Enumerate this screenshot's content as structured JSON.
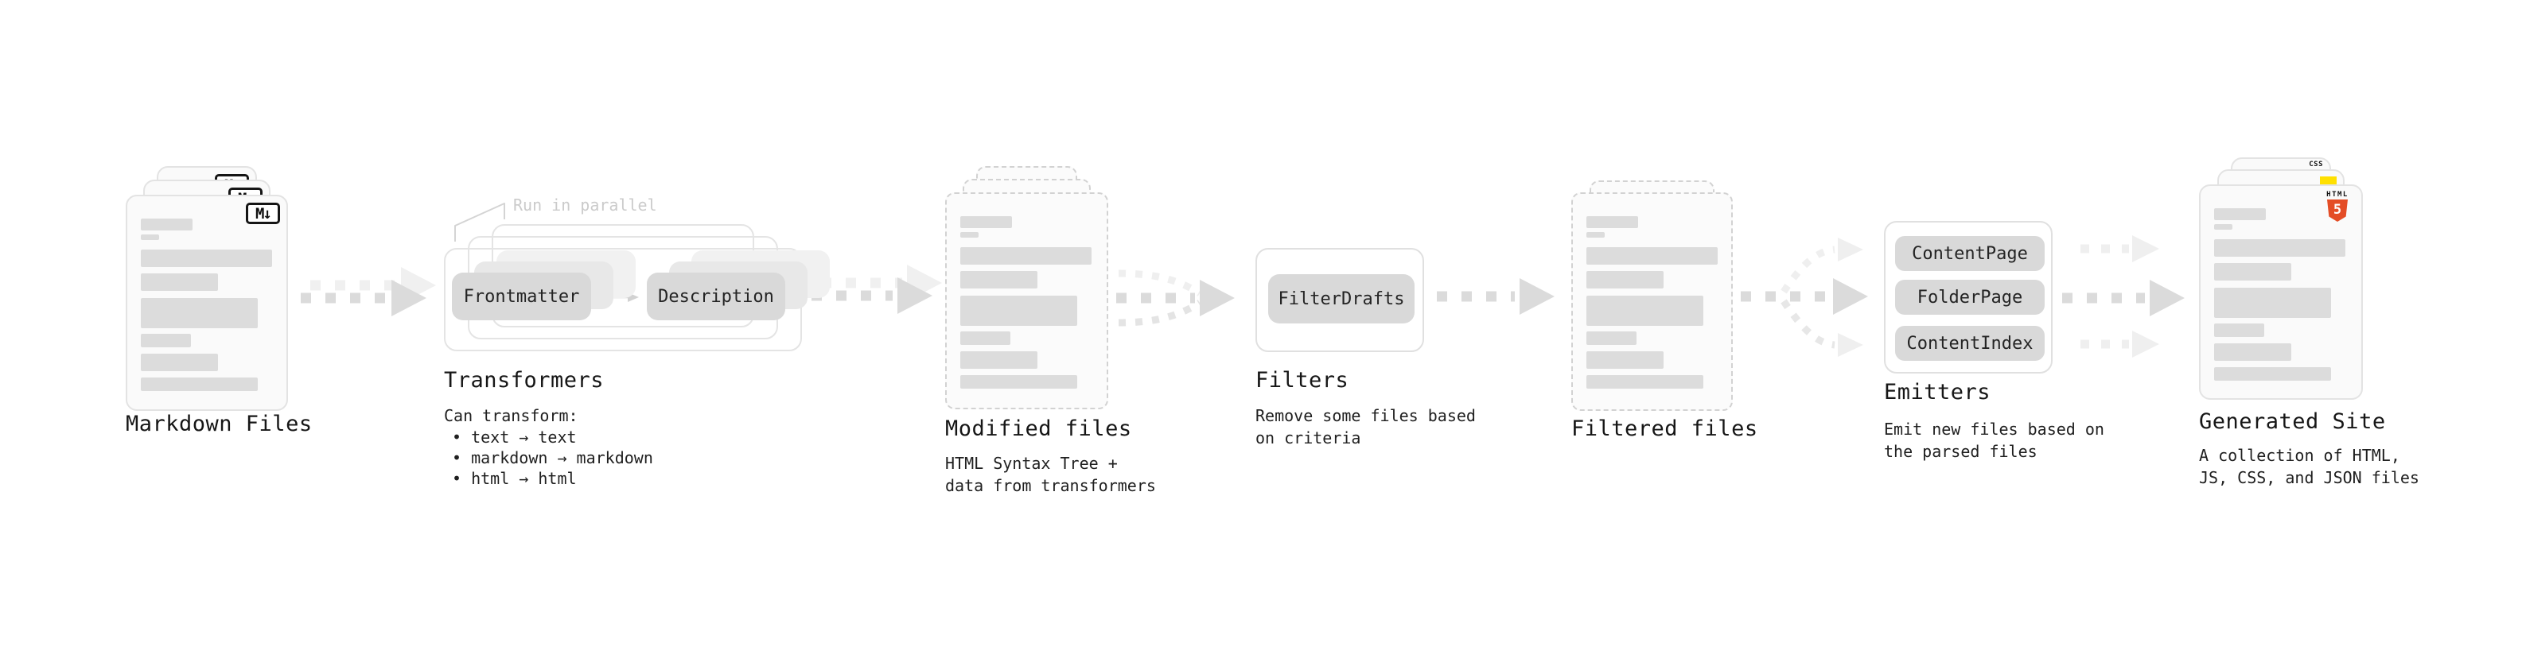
{
  "stages": {
    "markdown": {
      "label": "Markdown Files"
    },
    "transformers": {
      "label": "Transformers",
      "annotation": "Run in parallel",
      "pills": [
        "Frontmatter",
        "Description"
      ],
      "description": "Can transform:",
      "bullets": [
        "• text → text",
        "• markdown → markdown",
        "• html → html"
      ]
    },
    "modified": {
      "label": "Modified files",
      "description": "HTML Syntax Tree +\ndata from transformers"
    },
    "filters": {
      "label": "Filters",
      "pills": [
        "FilterDrafts"
      ],
      "description": "Remove some files based\non criteria"
    },
    "filtered": {
      "label": "Filtered files"
    },
    "emitters": {
      "label": "Emitters",
      "pills": [
        "ContentPage",
        "FolderPage",
        "ContentIndex"
      ],
      "description": "Emit new files based on\nthe parsed files"
    },
    "generated": {
      "label": "Generated Site",
      "description": "A collection of HTML,\nJS, CSS, and JSON files"
    }
  },
  "icons": {
    "markdown_badge": "M↓",
    "css_badge": "CSS",
    "js_badge": "js-yellow-square",
    "html5_word": "HTML",
    "html5_digit": "5"
  },
  "colors": {
    "bar_gray": "#dcdcdc",
    "pill_gray": "#d9d9d9",
    "arrow_gray": "#dbdbdb",
    "arrow_ghost": "#f0f0f0",
    "annotation_gray": "#cbcbcb",
    "html5_orange": "#e44d26",
    "js_yellow": "#ffe000",
    "css_blue": "#2965f1"
  }
}
